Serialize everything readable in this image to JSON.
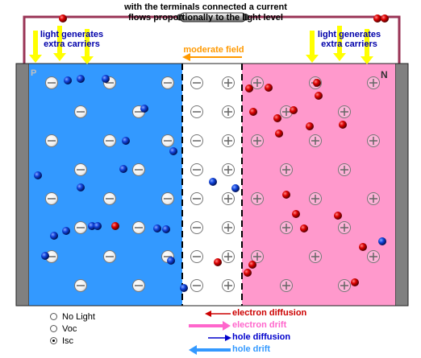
{
  "top_caption_line1": "with the terminals connected a current",
  "top_caption_line2": "flows proportionally to the light level",
  "field_label": "moderate field",
  "light_label_left_1": "light generates",
  "light_label_left_2": "extra carriers",
  "light_label_right_1": "light generates",
  "light_label_right_2": "extra carriers",
  "p_region_label": "P",
  "n_region_label": "N",
  "radio_options": [
    {
      "label": "No Light",
      "selected": false
    },
    {
      "label": "Voc",
      "selected": false
    },
    {
      "label": "Isc",
      "selected": true
    }
  ],
  "legend": [
    {
      "label": "electron diffusion",
      "color": "#cc0000",
      "direction": "left"
    },
    {
      "label": "electron drift",
      "color": "#ff66cc",
      "direction": "right"
    },
    {
      "label": "hole  diffusion",
      "color": "#0000cc",
      "direction": "right"
    },
    {
      "label": "hole  drift",
      "color": "#3399ff",
      "direction": "left"
    }
  ],
  "colors": {
    "p_region": "#3399ff",
    "n_region": "#ff99cc",
    "depletion": "#ffffff",
    "contact": "#808080",
    "wire": "#993355",
    "electron": "#cc0000",
    "hole": "#1144cc",
    "light_arrow": "#ffff00",
    "field_arrow": "#ff9900"
  },
  "icons": {
    "acceptor_ion": "circle-minus",
    "donor_ion": "circle-plus",
    "load_resistor": "load-capsule"
  }
}
